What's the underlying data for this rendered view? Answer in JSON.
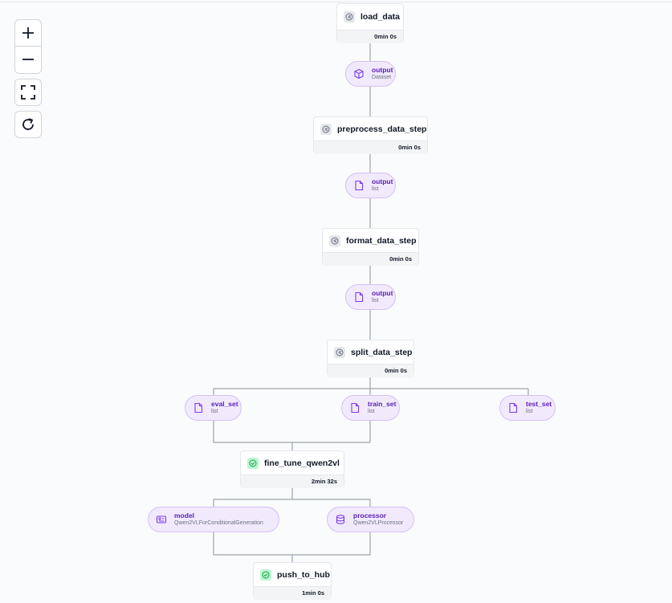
{
  "controls": {
    "zoom_in": "zoom-in",
    "zoom_out": "zoom-out",
    "fit_view": "fit-view",
    "refresh": "refresh"
  },
  "steps": {
    "load_data": {
      "name": "load_data",
      "duration": "0min 0s",
      "status": "cached"
    },
    "preprocess": {
      "name": "preprocess_data_step",
      "duration": "0min 0s",
      "status": "cached"
    },
    "format": {
      "name": "format_data_step",
      "duration": "0min 0s",
      "status": "cached"
    },
    "split": {
      "name": "split_data_step",
      "duration": "0min 0s",
      "status": "cached"
    },
    "fine_tune": {
      "name": "fine_tune_qwen2vl",
      "duration": "2min 32s",
      "status": "completed"
    },
    "push": {
      "name": "push_to_hub",
      "duration": "1min 0s",
      "status": "completed"
    }
  },
  "artifacts": {
    "load_output": {
      "name": "output",
      "type": "Dataset",
      "icon": "dataset-icon"
    },
    "preprocess_output": {
      "name": "output",
      "type": "list",
      "icon": "document-icon"
    },
    "format_output": {
      "name": "output",
      "type": "list",
      "icon": "document-icon"
    },
    "eval_set": {
      "name": "eval_set",
      "type": "list",
      "icon": "document-icon"
    },
    "train_set": {
      "name": "train_set",
      "type": "list",
      "icon": "document-icon"
    },
    "test_set": {
      "name": "test_set",
      "type": "list",
      "icon": "document-icon"
    },
    "model": {
      "name": "model",
      "type": "Qwen2VLForConditionalGeneration",
      "icon": "model-icon"
    },
    "processor": {
      "name": "processor",
      "type": "Qwen2VLProcessor",
      "icon": "database-icon"
    }
  },
  "colors": {
    "artifact_bg": "#f1eafd",
    "artifact_border": "#d4bff5",
    "artifact_accent": "#7c3aed",
    "completed": "#16a34a",
    "cached": "#9ca3af",
    "edge": "#9ca3af"
  }
}
